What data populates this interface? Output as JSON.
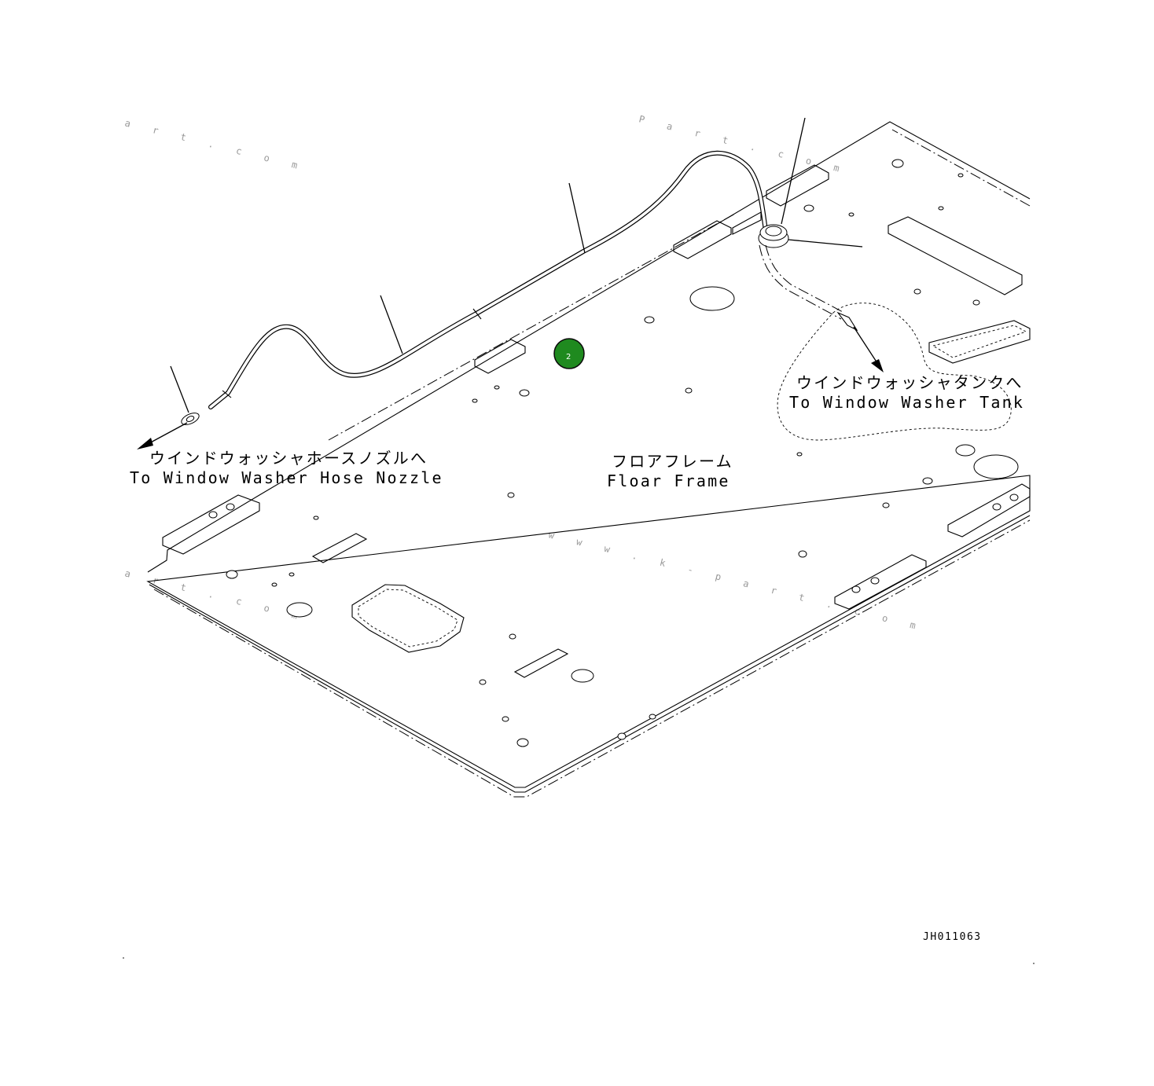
{
  "labels": {
    "nozzle_jp": "ウインドウォッシャホースノズルへ",
    "nozzle_en": "To Window Washer Hose Nozzle",
    "tank_jp": "ウインドウォッシャタンクへ",
    "tank_en": "To Window Washer Tank",
    "frame_jp": "フロアフレーム",
    "frame_en": "Floar Frame"
  },
  "drawing_code": "JH011063",
  "callout": {
    "number": "2",
    "color": "#1f8a1f"
  }
}
